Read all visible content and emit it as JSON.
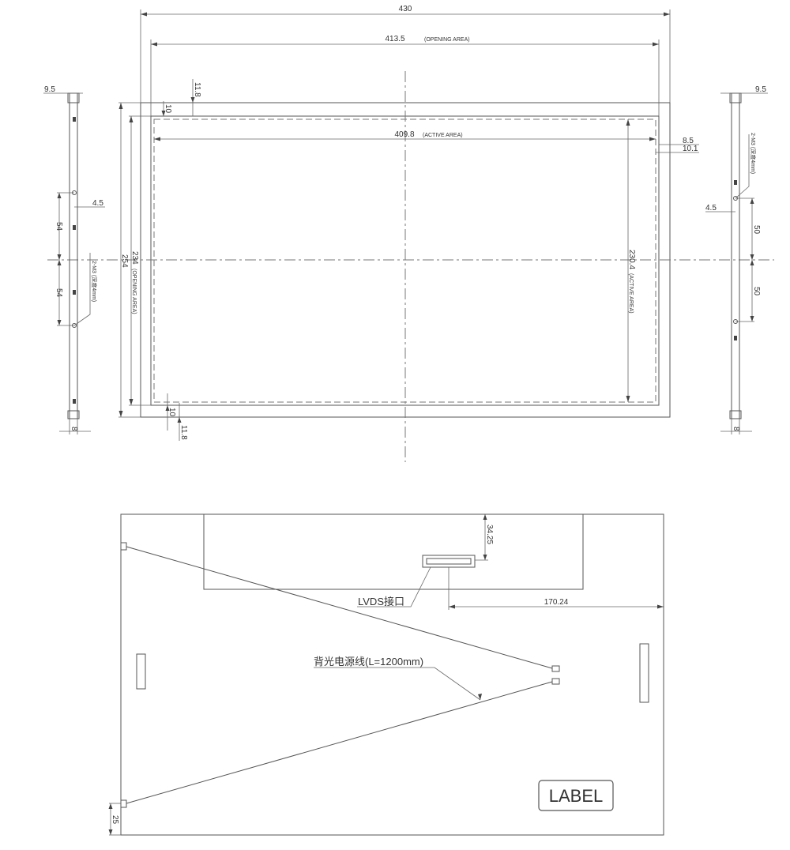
{
  "front_view": {
    "overall_width": "430",
    "opening_width": "413.5",
    "opening_width_note": "(OPENING AREA)",
    "active_width": "409.8",
    "active_width_note": "(ACTIVE AREA)",
    "top_offset": "11.8",
    "top_inner_offset": "10",
    "bottom_inner_offset": "10",
    "bottom_offset": "11.8",
    "right_offset_a": "8.5",
    "right_offset_b": "10.1",
    "overall_height": "254",
    "opening_height": "234",
    "opening_height_note": "(OPENING AREA)",
    "active_height": "230.4",
    "active_height_note": "(ACTIVE AREA)"
  },
  "left_side_view": {
    "top_width": "9.5",
    "hole_offset": "4.5",
    "spacing_upper": "54",
    "spacing_lower": "54",
    "screw_note": "2-M3 (深度4mm)",
    "bottom_width": "8"
  },
  "right_side_view": {
    "top_width": "9.5",
    "hole_offset": "4.5",
    "spacing_upper": "50",
    "spacing_lower": "50",
    "screw_note": "2-M3 (深度4mm)",
    "bottom_width": "8"
  },
  "rear_view": {
    "connector_offset": "34.25",
    "connector_label": "LVDS接口",
    "connector_distance": "170.24",
    "cable_label": "背光电源线(L=1200mm)",
    "cable_end_offset": "25",
    "label_box": "LABEL"
  }
}
